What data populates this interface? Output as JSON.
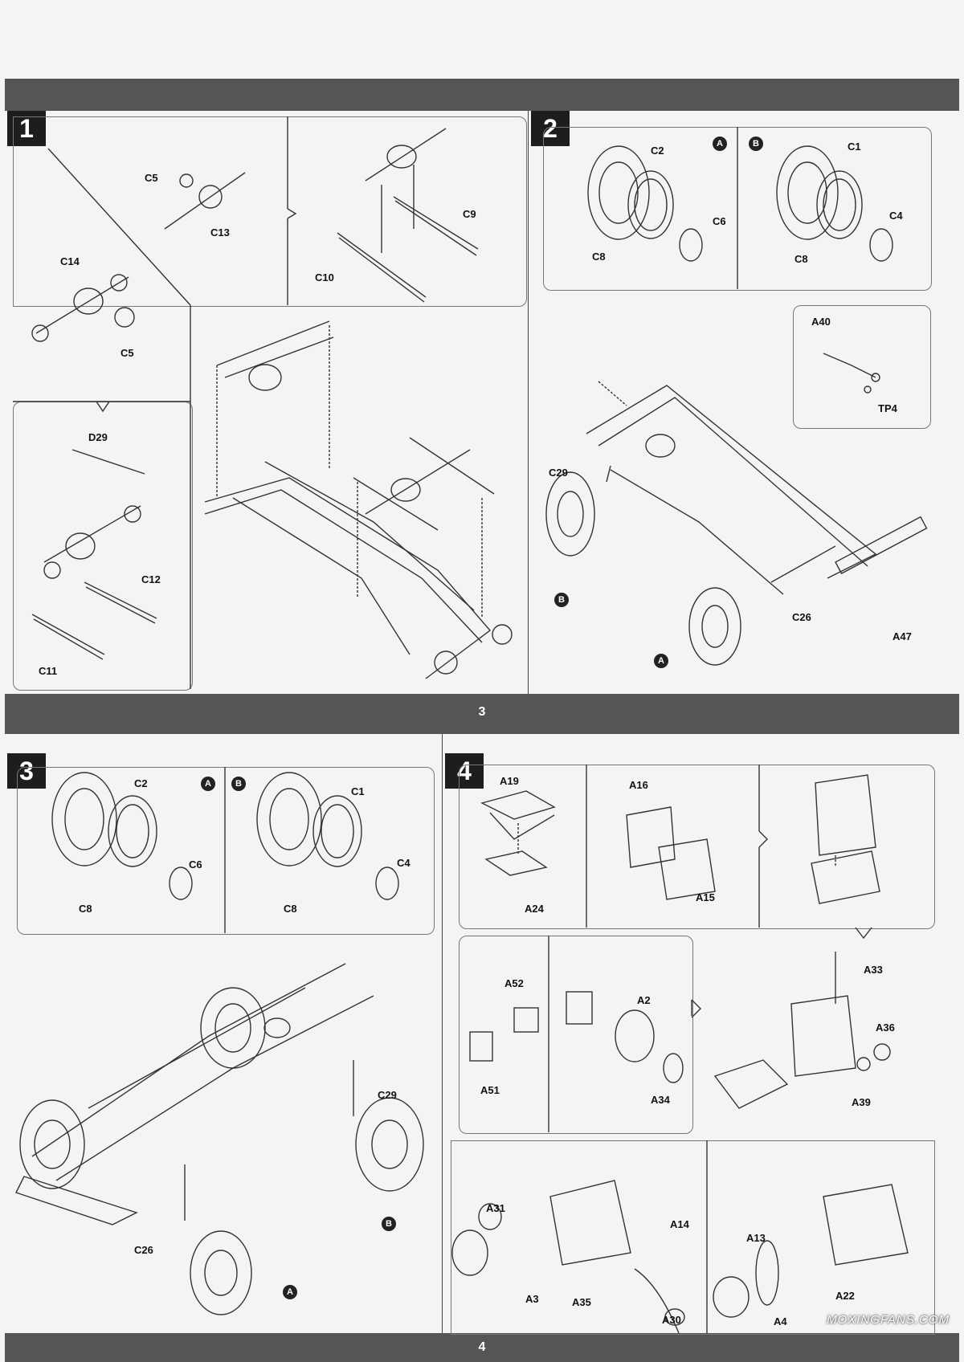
{
  "page_numbers": {
    "middle": "3",
    "bottom": "4"
  },
  "steps": [
    "1",
    "2",
    "3",
    "4"
  ],
  "markers": {
    "a": "A",
    "b": "B"
  },
  "step1": {
    "labels": {
      "c5_top": "C5",
      "c13": "C13",
      "c9": "C9",
      "c10": "C10",
      "c14": "C14",
      "c5_bottom": "C5",
      "d29": "D29",
      "c12": "C12",
      "c11": "C11"
    }
  },
  "step2": {
    "labels": {
      "c2": "C2",
      "c6": "C6",
      "c8a": "C8",
      "c1": "C1",
      "c4": "C4",
      "c8b": "C8",
      "a40": "A40",
      "tp4": "TP4",
      "c29": "C29",
      "c26": "C26",
      "a47": "A47"
    }
  },
  "step3": {
    "labels": {
      "c2": "C2",
      "c6": "C6",
      "c8a": "C8",
      "c1": "C1",
      "c4": "C4",
      "c8b": "C8",
      "c29": "C29",
      "c26": "C26"
    }
  },
  "step4": {
    "labels": {
      "a19": "A19",
      "a24": "A24",
      "a16": "A16",
      "a15": "A15",
      "a52": "A52",
      "a51": "A51",
      "a2": "A2",
      "a34": "A34",
      "a33": "A33",
      "a36": "A36",
      "a39": "A39",
      "a31": "A31",
      "a14": "A14",
      "a3": "A3",
      "a35": "A35",
      "a30": "A30",
      "a13": "A13",
      "a22": "A22",
      "a4": "A4"
    }
  },
  "watermark": "MOXINGFANS.COM"
}
